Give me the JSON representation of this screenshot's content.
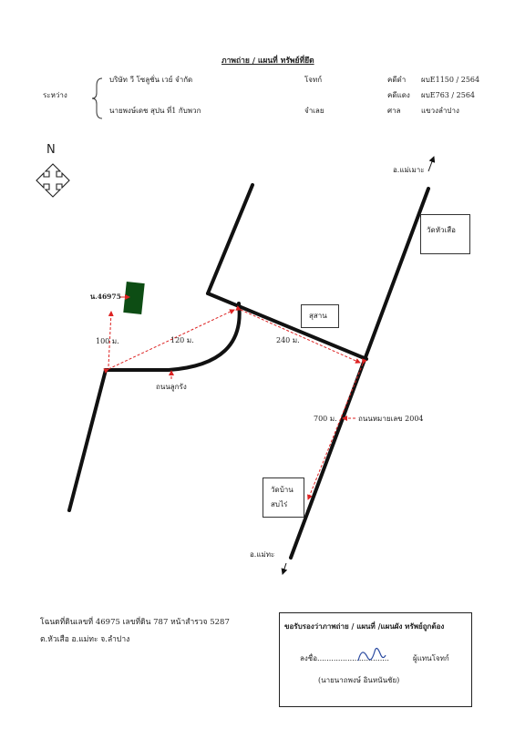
{
  "header": {
    "title": "ภาพถ่าย / แผนที่ ทรัพย์ที่ยึด",
    "between_label": "ระหว่าง",
    "plaintiff_name": "บริษัท วี โซลูชั่น เวย์ จำกัด",
    "plaintiff_role": "โจทก์",
    "defendant_name": "นายพงษ์เดช สุปน ที่1 กับพวก",
    "defendant_role": "จำเลย",
    "black_case_label": "คดีดำ",
    "black_case_no": "ผบE1150 / 2564",
    "red_case_label": "คดีแดง",
    "red_case_no": "ผบE763 / 2564",
    "court_label": "ศาล",
    "court_name": "แขวงลำปาง"
  },
  "map": {
    "north_label": "N",
    "colors": {
      "road": "#111111",
      "distance_line": "#dd2222",
      "parcel": "#0d4d14"
    },
    "parcel_label": "น.46975",
    "dist_100": "100 ม.",
    "dist_120": "120 ม.",
    "dist_240": "240 ม.",
    "dist_700": "700 ม.",
    "road_loukrang": "ถนนลูกรัง",
    "road_2004": "ถนนหมายเลข 2004",
    "cemetery": "สุสาน",
    "to_maemoh": "อ.แม่เมาะ",
    "to_maetha": "อ.แม่ทะ",
    "wat_huasuea": "วัดหัวเสือ",
    "wat_bansobhai_line1": "วัดบ้าน",
    "wat_bansobhai_line2": "สบไร่"
  },
  "footer": {
    "deed_line": "โฉนดที่ดินเลขที่ 46975 เลขที่ดิน 787 หน้าสำรวจ 5287",
    "location_line": "ต.หัวเสือ อ.แม่ทะ จ.ลำปาง"
  },
  "certification": {
    "heading": "ขอรับรองว่าภาพถ่าย / แผนที่ /แผนผัง ทรัพย์ถูกต้อง",
    "sign_label": "ลงชื่อ...............................",
    "signer_role": "ผู้แทนโจทก์",
    "signer_name": "(นายนาถพงษ์ อินหนันชัย)"
  }
}
